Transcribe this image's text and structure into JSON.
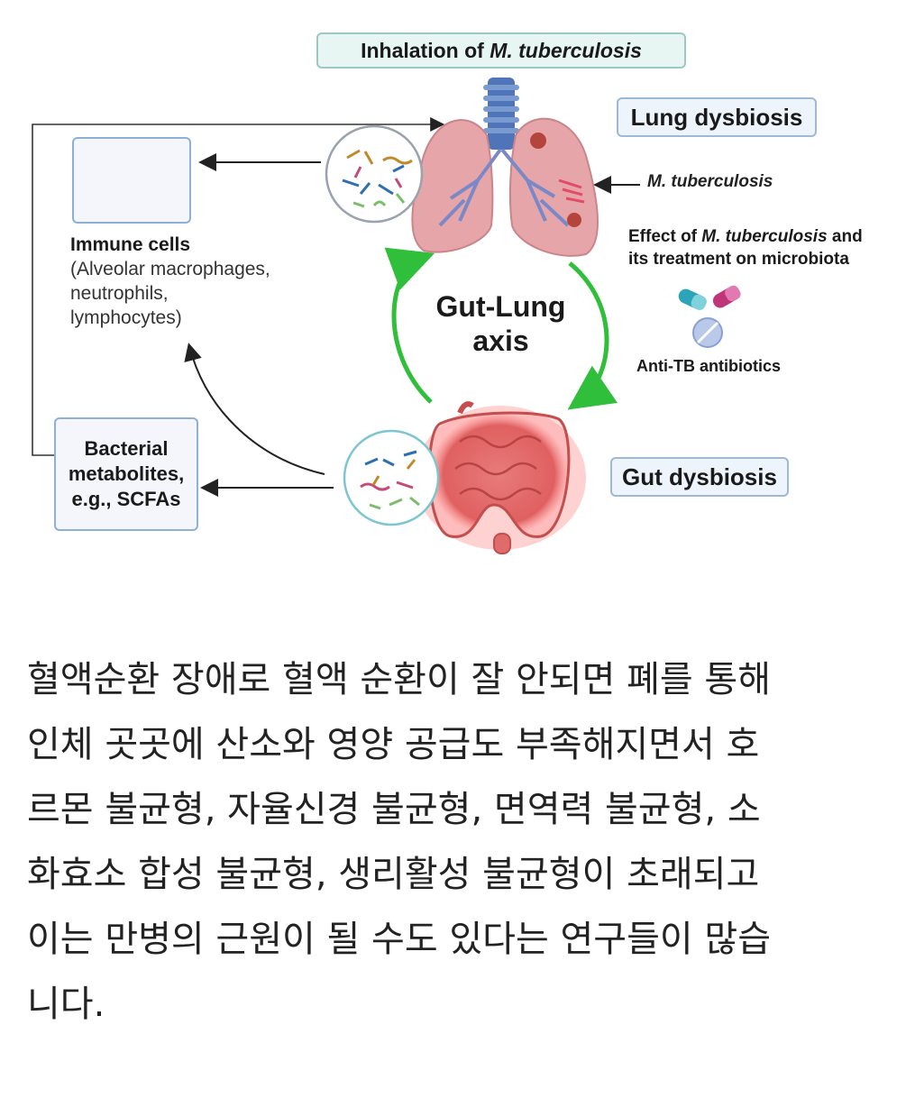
{
  "diagram": {
    "title_prefix": "Inhalation of",
    "title_italic": "M. tuberculosis",
    "lung_dysbiosis": "Lung dysbiosis",
    "gut_dysbiosis": "Gut dysbiosis",
    "mtb_pointer": "M. tuberculosis",
    "effect_line1_prefix": "Effect of",
    "effect_line1_italic": "M. tuberculosis",
    "effect_line1_suffix": "and",
    "effect_line2": "its treatment on microbiota",
    "antibiotics": "Anti-TB antibiotics",
    "axis_line1": "Gut-Lung",
    "axis_line2": "axis",
    "immune_title": "Immune cells",
    "immune_lines": [
      "(Alveolar macrophages,",
      "neutrophils,",
      "lymphocytes)"
    ],
    "bacterial_lines": [
      "Bacterial",
      "metabolites,",
      "e.g., SCFAs"
    ],
    "colors": {
      "arrow_green": "#2fbf3a",
      "lung_pink": "#e6a5a8",
      "gut_red": "#e06b6b",
      "box_border": "#8fb0d6",
      "title_fill": "#e8f6f3"
    }
  },
  "caption": {
    "lines": [
      "혈액순환 장애로 혈액 순환이 잘 안되면 폐를 통해",
      "인체 곳곳에 산소와 영양 공급도 부족해지면서 호",
      "르몬 불균형, 자율신경 불균형, 면역력 불균형, 소",
      "화효소 합성 불균형, 생리활성 불균형이 초래되고",
      "이는 만병의 근원이 될 수도 있다는 연구들이 많습",
      "니다."
    ]
  }
}
